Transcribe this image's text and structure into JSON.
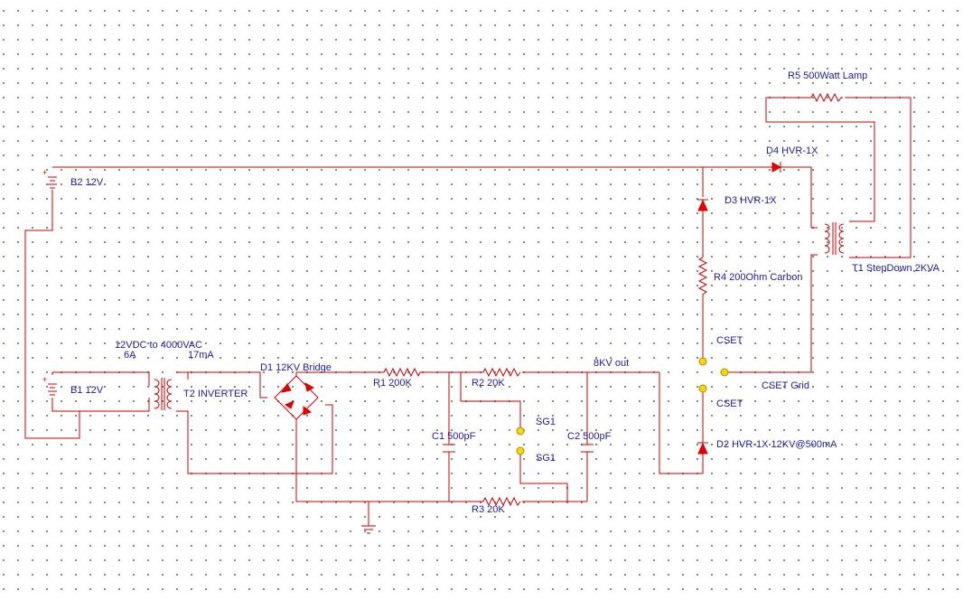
{
  "labels": {
    "r5": "R5 500Watt Lamp",
    "d4": "D4 HVR-1X",
    "b2": "B2 12V",
    "d3": "D3 HVR-1X",
    "t1": "T1 StepDown 2KVA",
    "r4": "R4 200Ohm Carbon",
    "inverter_spec_1": "12VDC to 4000VAC",
    "inverter_spec_2a": "6A",
    "inverter_spec_2b": "17mA",
    "cset_top": "CSET",
    "b1": "B1 12V",
    "d1": "D1 12KV Bridge",
    "t2": "T2 INVERTER",
    "r1": "R1 200K",
    "r2": "R2 20K",
    "out8kv": "8KV out",
    "cset_grid": "CSET Grid",
    "cset_bottom": "CSET",
    "sg1_top": "SG1",
    "sg1_bottom": "SG1",
    "c1": "C1 500pF",
    "c2": "C2 500pF",
    "d2": "D2 HVR-1X 12KV@500mA",
    "r3": "R3 20K"
  },
  "colors": {
    "wire": "#cc0000",
    "label": "#1c1ca0",
    "pad": "#ffd800",
    "grid_dot": "#707070"
  }
}
